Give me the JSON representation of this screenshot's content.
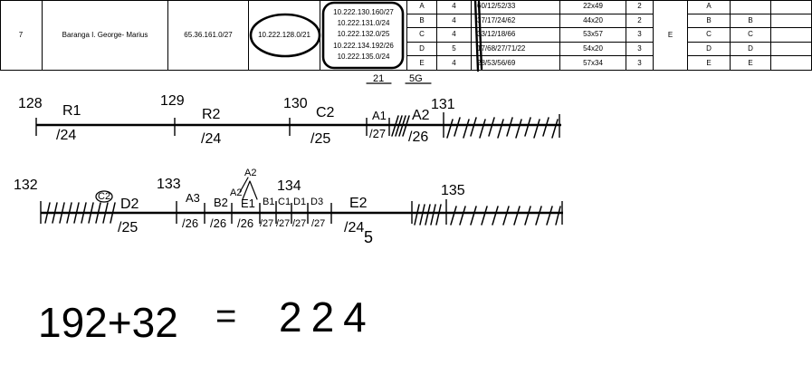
{
  "table": {
    "row_number": "7",
    "student_name": "Baranga I. George- Marius",
    "public_ip": "65.36.161.0/27",
    "network": "10.222.128.0/21",
    "subnets": [
      "10.222.130.160/27",
      "10.222.131.0/24",
      "10.222.132.0/25",
      "10.222.134.192/26",
      "10.222.135.0/24"
    ],
    "letters": [
      "A",
      "B",
      "C",
      "D",
      "E"
    ],
    "counts": [
      "4",
      "4",
      "4",
      "5",
      "4"
    ],
    "addresses": [
      "60/12/52/33",
      "37/17/24/62",
      "33/12/18/66",
      "17/68/27/71/22",
      "28/53/56/69"
    ],
    "sizes": [
      "22x49",
      "44x20",
      "53x57",
      "54x20",
      "57x34"
    ],
    "levels": [
      "2",
      "2",
      "3",
      "3",
      "3"
    ],
    "group": "E",
    "col_a": [
      "A",
      "B",
      "C",
      "D",
      "E"
    ],
    "col_b": [
      "",
      "B",
      "C",
      "D",
      "E"
    ]
  },
  "annotations": {
    "under_table_1": "21",
    "under_table_2": "5G"
  },
  "line1": {
    "ticks": [
      "128",
      "129",
      "130",
      "131"
    ],
    "labels": [
      "R1",
      "R2",
      "C2",
      "A1",
      "A2"
    ],
    "masks": [
      "/24",
      "/24",
      "/25",
      "/27",
      "/26"
    ]
  },
  "line2": {
    "ticks": [
      "132",
      "133",
      "134",
      "135"
    ],
    "labels": [
      "C2",
      "D2",
      "A3",
      "B2",
      "E1",
      "B1",
      "C1",
      "D1",
      "D3",
      "E2",
      "A2",
      "A2"
    ],
    "masks": [
      "/25",
      "/26",
      "/26",
      "/26",
      "/27",
      "/27",
      "/27",
      "/27",
      "/24",
      "5"
    ]
  },
  "equation": {
    "lhs": "192+32",
    "eq": "=",
    "rhs": "224"
  }
}
